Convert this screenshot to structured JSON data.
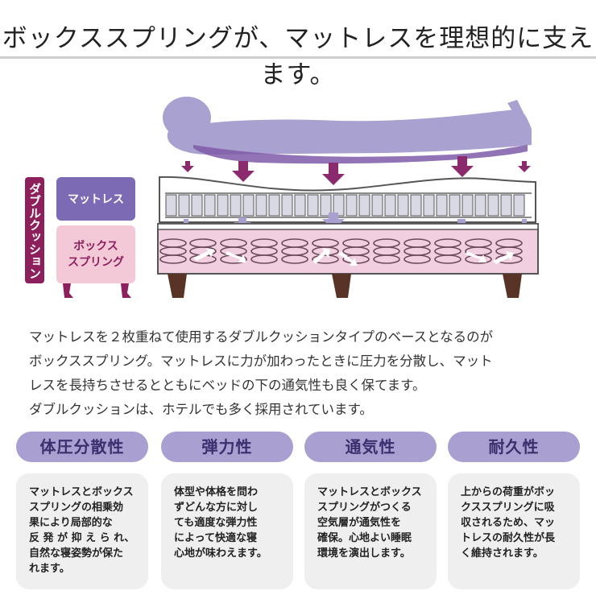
{
  "headline": "ボックススプリングが、マットレスを理想的に支えます。",
  "diagram": {
    "double_cushion_label": "ダブルクッション",
    "mattress_label": "マットレス",
    "boxspring_label_line1": "ボックス",
    "boxspring_label_line2": "スプリング",
    "colors": {
      "person": "#a9a1cf",
      "person_shadow": "#7f5aa8",
      "arrow": "#8c2a6e",
      "double_cushion_bar": "#8c1f5c",
      "mattress_box": "#7d6ab5",
      "boxspring_box": "#f3c9d8",
      "boxspring_fill": "#f2cfe0",
      "leg": "#5a3327"
    }
  },
  "body": {
    "lines": [
      "マットレスを２枚重ねて使用するダブルクッションタイプのベースとなるのが",
      "ボックススプリング。マットレスに力が加わったときに圧力を分散し、マット",
      "レスを長持ちさせるとともにベッドの下の通気性も良く保てます。",
      "ダブルクッションは、ホテルでも多く採用されています。"
    ]
  },
  "features": [
    {
      "title": "体圧分散性",
      "lines": [
        "マットレスとボックス",
        "スプリングの相乗効",
        "果により局部的な",
        "反 発 が 抑 え ら れ、",
        "自然な寝姿勢が保た",
        "れます。"
      ]
    },
    {
      "title": "弾力性",
      "lines": [
        "体型や体格を問わ",
        "ずどんな方に対し",
        "ても適度な弾力性",
        "によって快適な寝",
        "心地が味わえます。"
      ]
    },
    {
      "title": "通気性",
      "lines": [
        "マットレスとボックス",
        "スプリングがつくる",
        "空気層が通気性を",
        "確保。心地よい睡眠",
        "環境を演出します。"
      ]
    },
    {
      "title": "耐久性",
      "lines": [
        "上からの荷重がボッ",
        "クススプリングに吸",
        "収されるため、マッ",
        "トレスの耐久性が長",
        "く維持されます。"
      ]
    }
  ]
}
